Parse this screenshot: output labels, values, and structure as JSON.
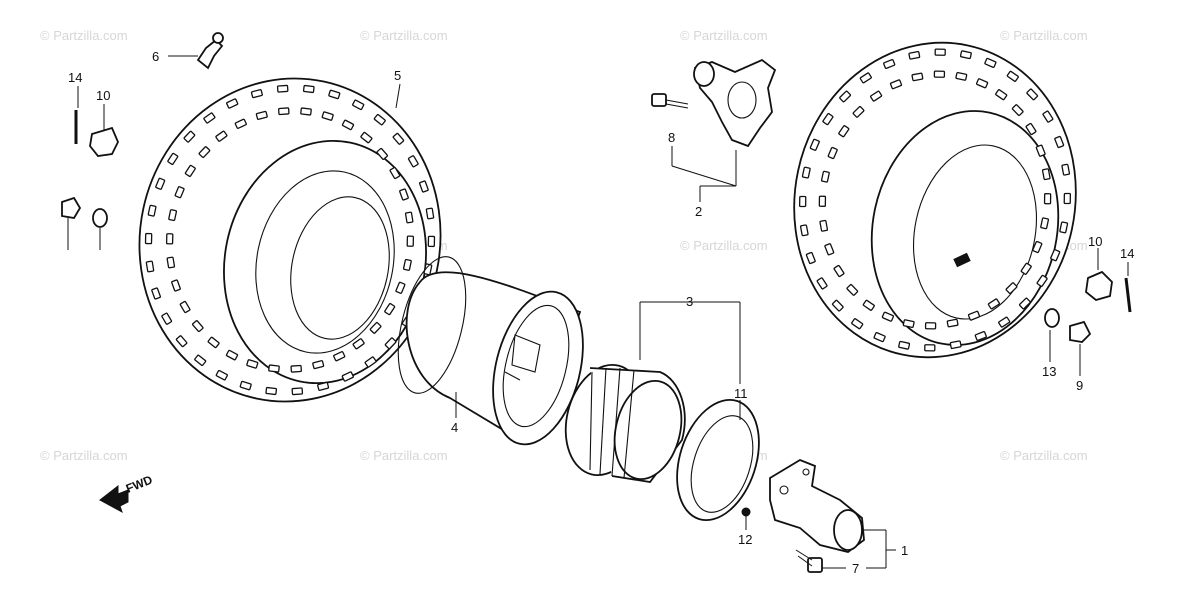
{
  "watermark": "© Partzilla.com",
  "fwd_label": "FWD",
  "callouts": {
    "c1": "1",
    "c2": "2",
    "c3": "3",
    "c4": "4",
    "c5": "5",
    "c6": "6",
    "c7": "7",
    "c8": "8",
    "c9": "9",
    "c10a": "10",
    "c10b": "10",
    "c11": "11",
    "c12": "12",
    "c13": "13",
    "c14a": "14",
    "c14b": "14"
  }
}
